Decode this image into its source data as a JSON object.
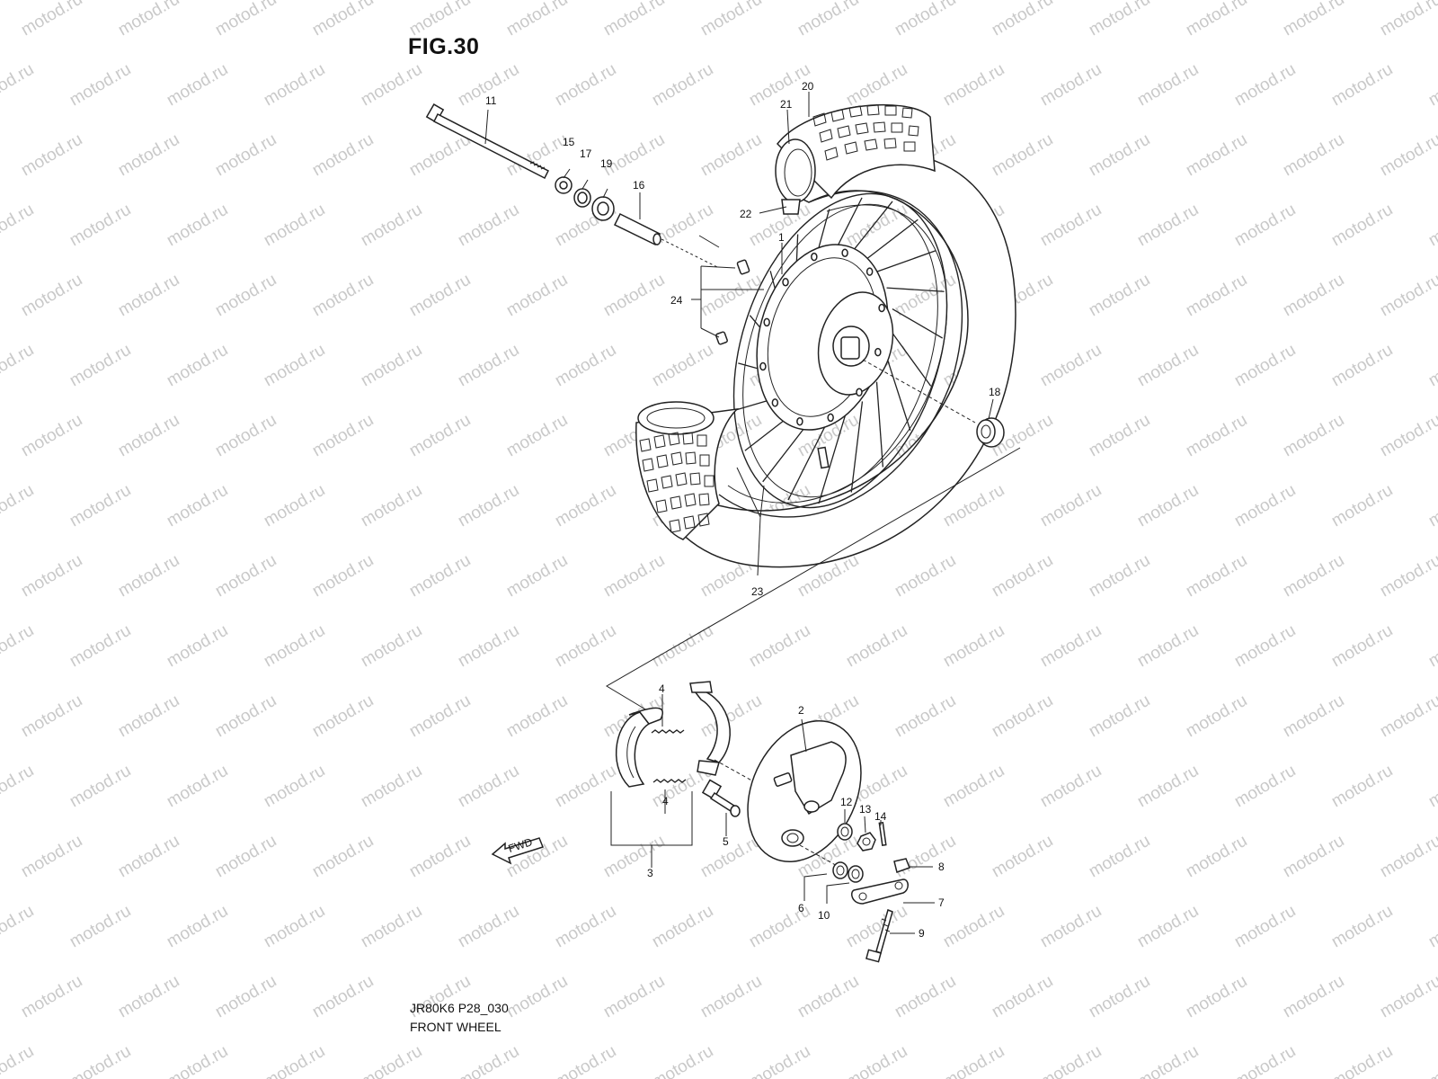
{
  "figure": {
    "title": "FIG.30",
    "code": "JR80K6 P28_030",
    "name": "FRONT WHEEL"
  },
  "watermark": "motod.ru",
  "fwd_label": "FWD",
  "callouts": {
    "c1": "1",
    "c2": "2",
    "c3": "3",
    "c4a": "4",
    "c4b": "4",
    "c5": "5",
    "c6": "6",
    "c7": "7",
    "c8": "8",
    "c9": "9",
    "c10": "10",
    "c11": "11",
    "c12": "12",
    "c13": "13",
    "c14": "14",
    "c15": "15",
    "c16": "16",
    "c17": "17",
    "c18": "18",
    "c19": "19",
    "c20": "20",
    "c21": "21",
    "c22": "22",
    "c23": "23",
    "c24": "24"
  },
  "colors": {
    "line": "#222222",
    "watermark": "#c9c9c9",
    "background": "#ffffff"
  }
}
